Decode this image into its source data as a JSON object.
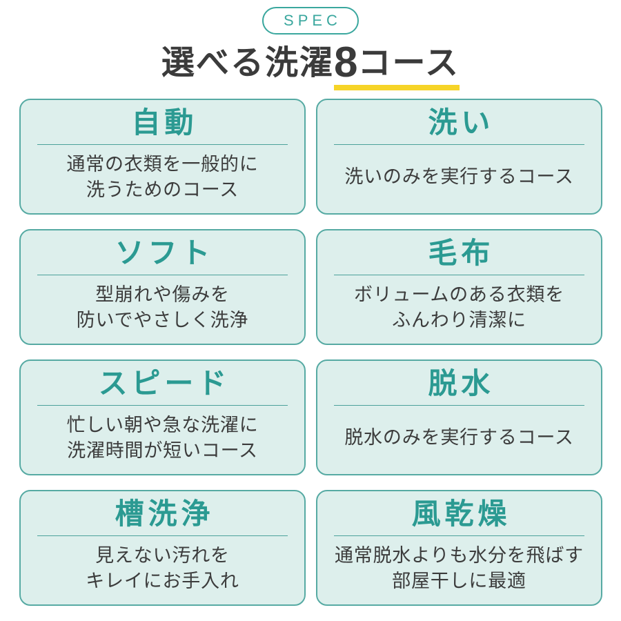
{
  "badge": {
    "label": "SPEC"
  },
  "title": {
    "prefix": "選べる洗濯",
    "number": "8",
    "suffix": "コース"
  },
  "colors": {
    "teal_accent": "#2b9a92",
    "card_border": "#56aaa3",
    "card_background": "#ddefec",
    "underline_yellow": "#f6d428",
    "text_dark": "#3c3c3c"
  },
  "cards": [
    {
      "name": "自動",
      "description": "通常の衣類を一般的に\n洗うためのコース"
    },
    {
      "name": "洗い",
      "description": "洗いのみを実行するコース"
    },
    {
      "name": "ソフト",
      "description": "型崩れや傷みを\n防いでやさしく洗浄"
    },
    {
      "name": "毛布",
      "description": "ボリュームのある衣類を\nふんわり清潔に"
    },
    {
      "name": "スピード",
      "description": "忙しい朝や急な洗濯に\n洗濯時間が短いコース"
    },
    {
      "name": "脱水",
      "description": "脱水のみを実行するコース"
    },
    {
      "name": "槽洗浄",
      "description": "見えない汚れを\nキレイにお手入れ"
    },
    {
      "name": "風乾燥",
      "description": "通常脱水よりも水分を飛ばす\n部屋干しに最適"
    }
  ]
}
